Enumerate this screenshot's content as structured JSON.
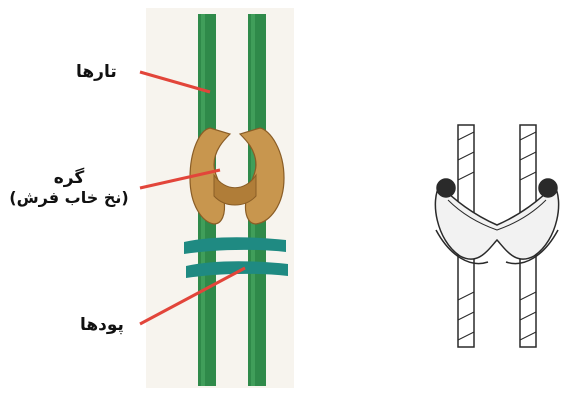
{
  "labels": {
    "warps": "تارها",
    "knot": "گره",
    "knot_sub": "(نخ خاب فرش)",
    "wefts": "پودها"
  },
  "colors": {
    "warp_green": "#2f8a4a",
    "warp_dark": "#1f6a35",
    "weft_teal": "#1f8a82",
    "knot_tan": "#c8964e",
    "pointer_red": "#e2453a",
    "line_art": "#2a2a2a"
  }
}
